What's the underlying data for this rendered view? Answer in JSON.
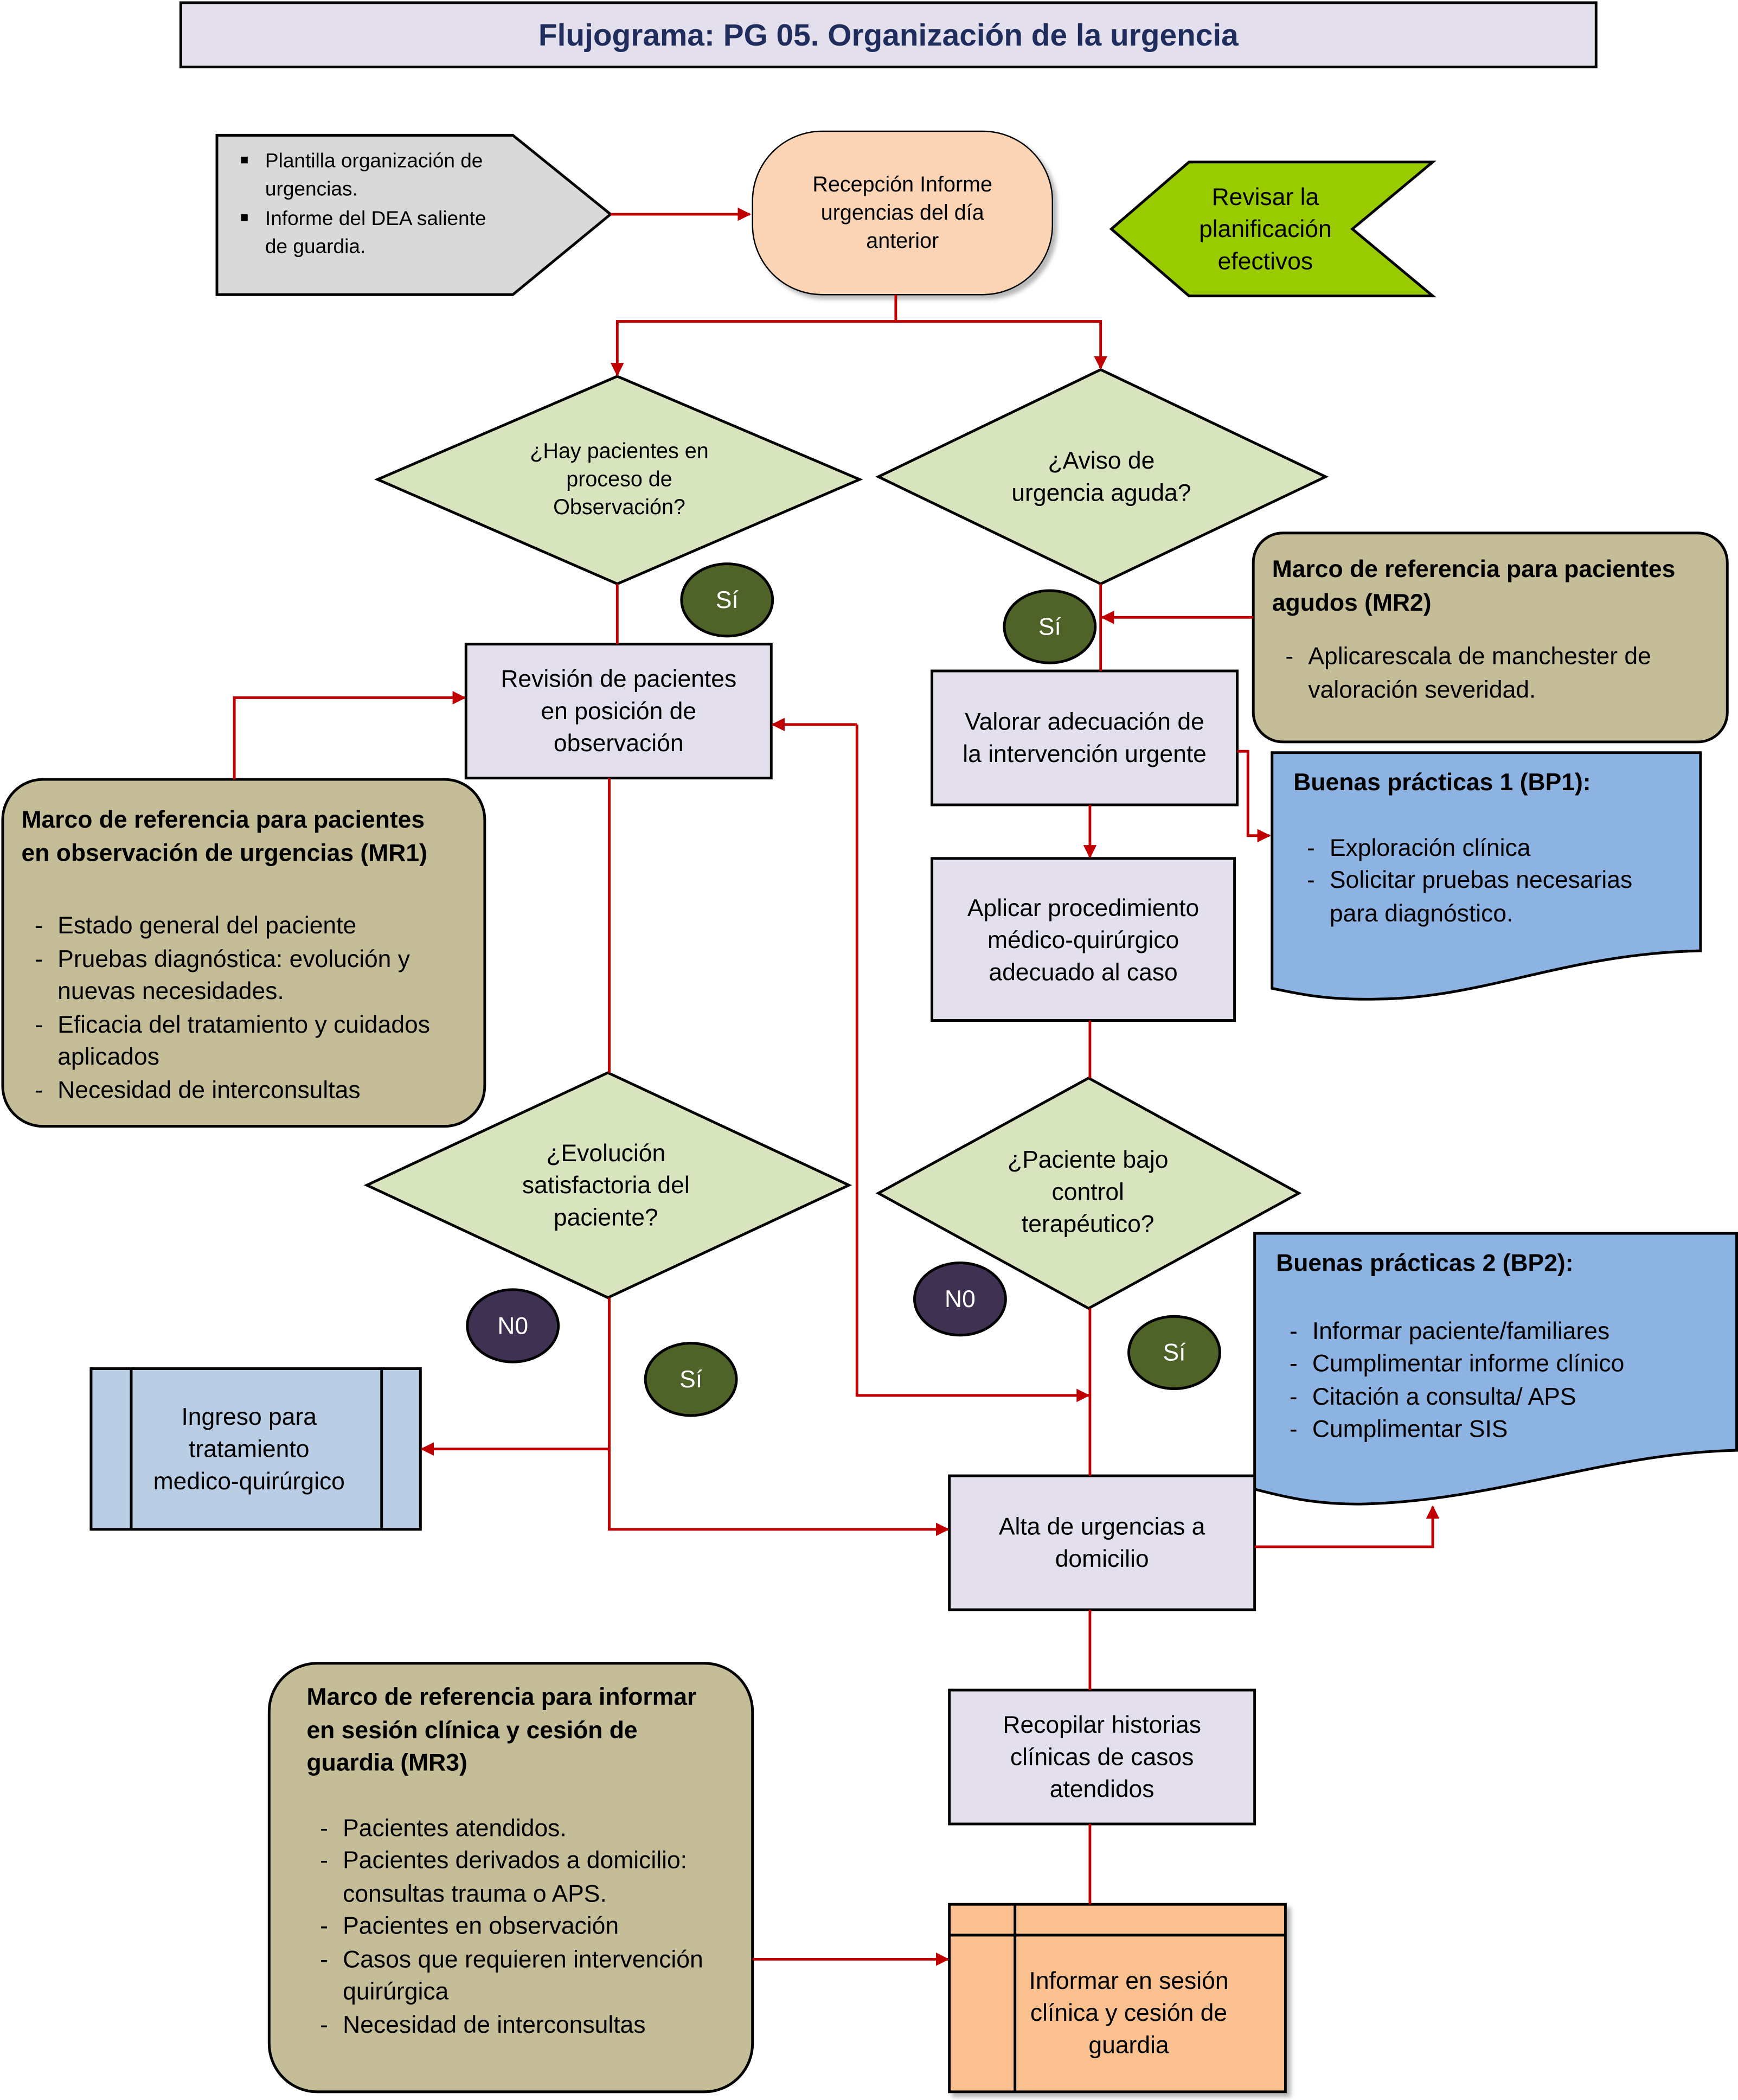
{
  "title": "Flujograma: PG 05. Organización de la urgencia",
  "colors": {
    "arrow": "#c00000",
    "title_text": "#1f2d5c",
    "decision": "#d7e4bd",
    "process": "#e4dfec",
    "reference": "#c4bd97",
    "good_practice": "#8db3e2",
    "yes_circle": "#4f6228",
    "no_circle": "#3f3151",
    "terminal": "#fad4b4",
    "chevron": "#99cc00",
    "input": "#d9d9d9",
    "admission": "#b9cde5",
    "report": "#fac090"
  },
  "inputs": {
    "items": [
      "Plantilla organización de",
      "urgencias.",
      "Informe del DEA saliente",
      "de guardia."
    ]
  },
  "start": {
    "lines": [
      "Recepción Informe",
      "urgencias del día",
      "anterior"
    ]
  },
  "review_plan": {
    "lines": [
      "Revisar la",
      "planificación",
      "efectivos"
    ]
  },
  "decision_observation": {
    "lines": [
      "¿Hay pacientes en",
      "proceso de",
      "Observación?"
    ]
  },
  "decision_acute": {
    "lines": [
      "¿Aviso de",
      "urgencia aguda?"
    ]
  },
  "decision_evolution": {
    "lines": [
      "¿Evolución",
      "satisfactoria del",
      "paciente?"
    ]
  },
  "decision_control": {
    "lines": [
      "¿Paciente bajo",
      "control",
      "terapéutico?"
    ]
  },
  "labels": {
    "yes": "Sí",
    "no": "N0"
  },
  "review_patients": {
    "lines": [
      "Revisión de pacientes",
      "en posición de",
      "observación"
    ]
  },
  "assess": {
    "lines": [
      "Valorar adecuación de",
      "la intervención urgente"
    ]
  },
  "apply": {
    "lines": [
      "Aplicar procedimiento",
      "médico-quirúrgico",
      "adecuado al caso"
    ]
  },
  "admission": {
    "lines": [
      "Ingreso para",
      "tratamiento",
      "medico-quirúrgico"
    ]
  },
  "discharge": {
    "lines": [
      "Alta de urgencias a",
      "domicilio"
    ]
  },
  "compile": {
    "lines": [
      "Recopilar historias",
      "clínicas de casos",
      "atendidos"
    ]
  },
  "report": {
    "lines": [
      "Informar en sesión",
      "clínica y cesión de",
      "guardia"
    ]
  },
  "mr1": {
    "title": [
      "Marco de referencia para pacientes",
      "en observación de urgencias (MR1)"
    ],
    "items": [
      "Estado general del paciente",
      "Pruebas diagnóstica: evolución y nuevas necesidades.",
      "Eficacia del tratamiento y cuidados aplicados",
      "Necesidad de interconsultas"
    ]
  },
  "mr2": {
    "title": [
      "Marco de referencia para pacientes",
      "agudos (MR2)"
    ],
    "items": [
      "Aplicarescala de manchester de valoración severidad."
    ]
  },
  "mr3": {
    "title": [
      "Marco de referencia para informar",
      "en sesión clínica y cesión de",
      "guardia (MR3)"
    ],
    "items": [
      "Pacientes atendidos.",
      "Pacientes derivados a domicilio: consultas trauma o APS.",
      "Pacientes en observación",
      "Casos que requieren intervención quirúrgica",
      "Necesidad de interconsultas"
    ]
  },
  "bp1": {
    "title": "Buenas prácticas 1 (BP1):",
    "items": [
      "Exploración clínica",
      "Solicitar pruebas necesarias para diagnóstico."
    ]
  },
  "bp2": {
    "title": "Buenas prácticas 2 (BP2):",
    "items": [
      "Informar paciente/familiares",
      "Cumplimentar informe clínico",
      "Citación a consulta/ APS",
      "Cumplimentar SIS"
    ]
  }
}
